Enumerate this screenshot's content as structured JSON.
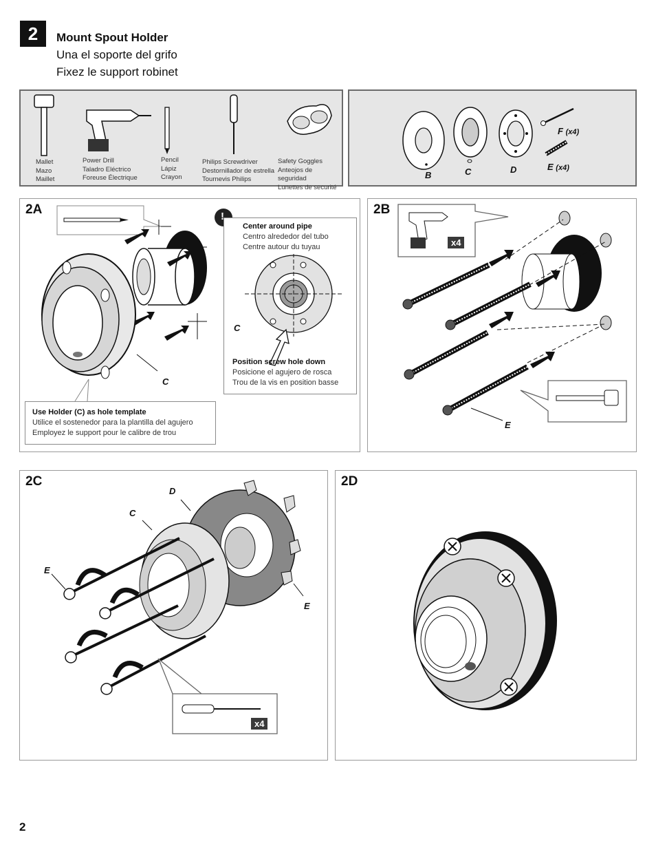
{
  "step": {
    "number": "2",
    "title_en": "Mount Spout Holder",
    "title_es": "Una el soporte del grifo",
    "title_fr": "Fixez le support robinet"
  },
  "tools": [
    {
      "icon": "mallet-icon",
      "en": "Mallet",
      "es": "Mazo",
      "fr": "Maillet"
    },
    {
      "icon": "power-drill-icon",
      "en": "Power Drill",
      "es": "Taladro Eléctrico",
      "fr": "Foreuse Électrique"
    },
    {
      "icon": "pencil-icon",
      "en": "Pencil",
      "es": "Lápiz",
      "fr": "Crayon"
    },
    {
      "icon": "screwdriver-icon",
      "en": "Philips Screwdriver",
      "es": "Destornillador de estrella",
      "fr": "Tournevis Philips"
    },
    {
      "icon": "goggles-icon",
      "en": "Safety Goggles",
      "es": "Anteojos de seguridad",
      "fr": "Lunettes de securité"
    }
  ],
  "parts": {
    "b": "B",
    "c": "C",
    "d": "D",
    "f": "F",
    "f_qty": "(x4)",
    "e": "E",
    "e_qty": "(x4)"
  },
  "s2a": {
    "label": "2A",
    "part_c": "C",
    "warning_symbol": "!",
    "center_en": "Center around pipe",
    "center_es": "Centro alrededor del tubo",
    "center_fr": "Centre autour du tuyau",
    "inset_c": "C",
    "position_en": "Position screw hole down",
    "position_es": "Posicione el agujero de rosca",
    "position_fr": "Trou de la vis en position basse",
    "template_en": "Use Holder (C) as hole template",
    "template_es": "Utilice el sostenedor para la plantilla del agujero",
    "template_fr": "Employez le support pour le calibre de trou"
  },
  "s2b": {
    "label": "2B",
    "qty": "x4",
    "part_e": "E"
  },
  "s2c": {
    "label": "2C",
    "part_d": "D",
    "part_c": "C",
    "part_e_left": "E",
    "part_e_right": "E",
    "qty": "x4"
  },
  "s2d": {
    "label": "2D"
  },
  "page_number": "2"
}
